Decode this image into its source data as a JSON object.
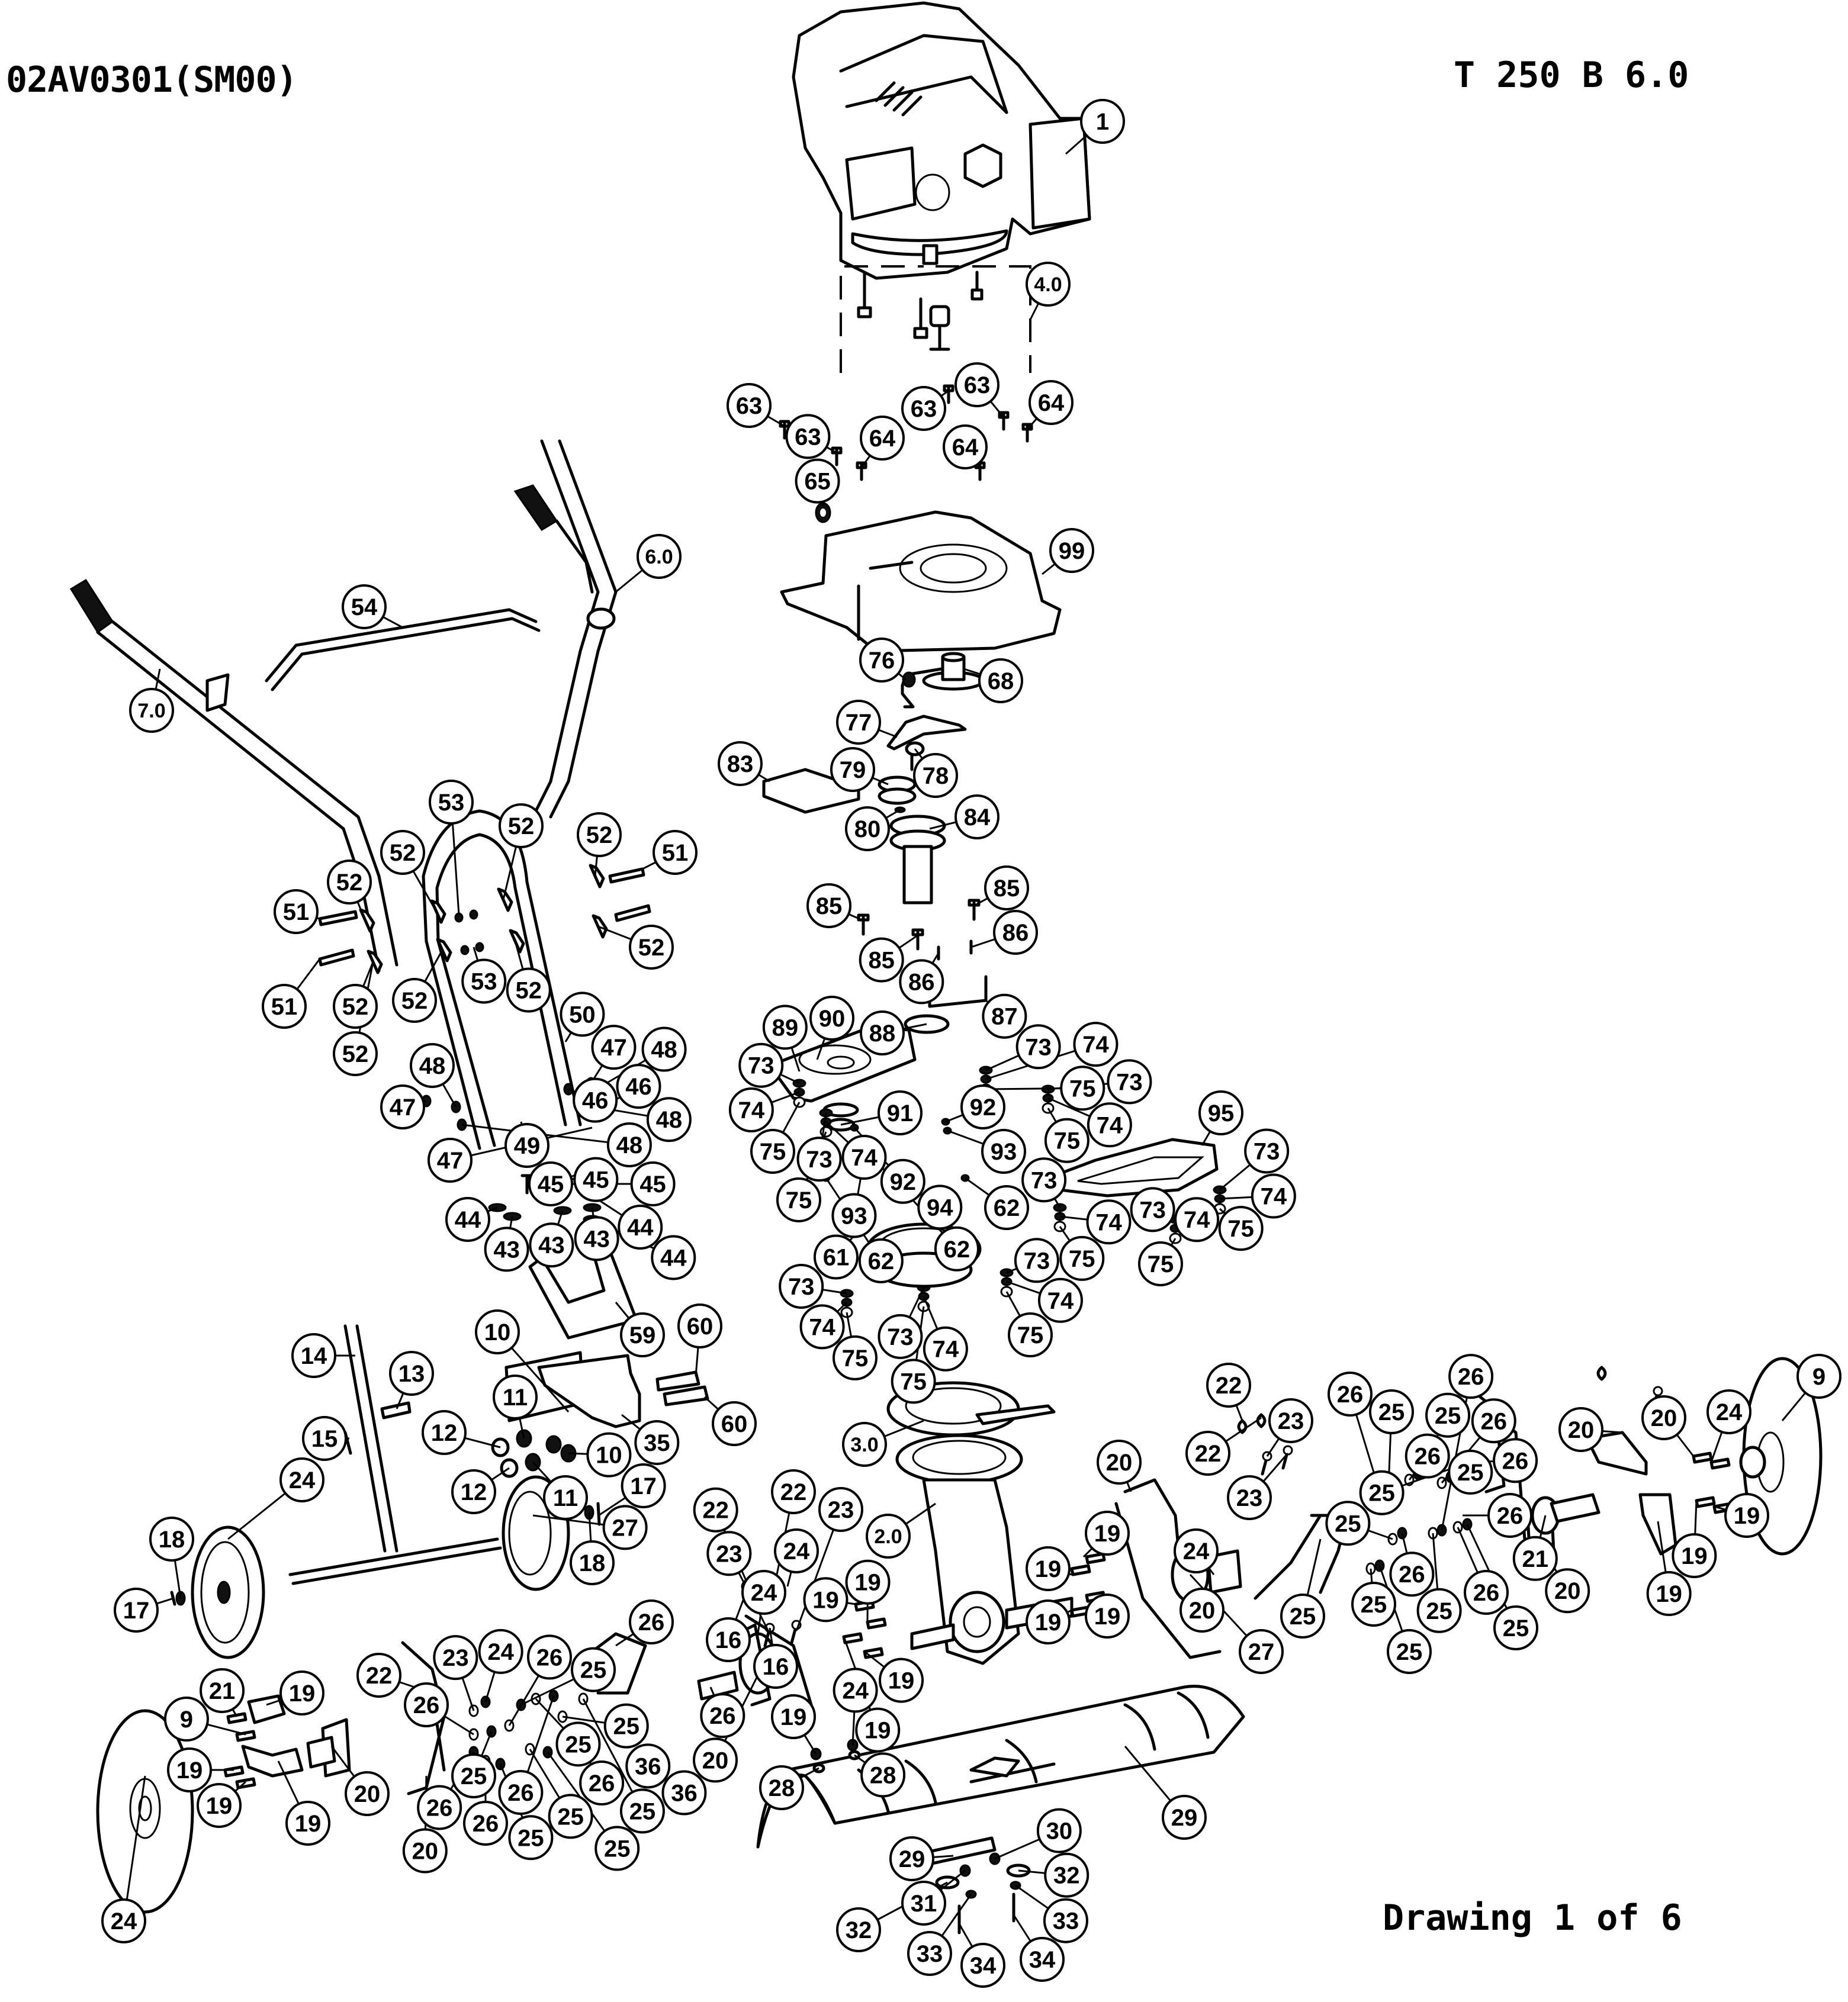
{
  "header": {
    "document_code": "02AV0301(SM00)",
    "model": "T 250 B 6.0"
  },
  "footer": {
    "drawing_number": "Drawing 1 of 6"
  },
  "diagram": {
    "type": "exploded-parts-diagram",
    "subject": "tiller",
    "line_color": "#000000",
    "background": "#ffffff",
    "part_numbers": [
      "1",
      "2.0",
      "3.0",
      "4.0",
      "6.0",
      "7.0",
      "9",
      "10",
      "11",
      "12",
      "13",
      "14",
      "15",
      "16",
      "17",
      "18",
      "19",
      "20",
      "21",
      "22",
      "23",
      "24",
      "25",
      "26",
      "27",
      "28",
      "29",
      "30",
      "31",
      "32",
      "33",
      "34",
      "35",
      "36",
      "43",
      "44",
      "45",
      "46",
      "47",
      "48",
      "49",
      "50",
      "51",
      "52",
      "53",
      "54",
      "59",
      "60",
      "61",
      "62",
      "63",
      "64",
      "65",
      "68",
      "73",
      "74",
      "75",
      "76",
      "77",
      "78",
      "79",
      "80",
      "83",
      "84",
      "85",
      "86",
      "87",
      "88",
      "89",
      "90",
      "91",
      "92",
      "93",
      "94",
      "95",
      "99"
    ],
    "callouts": [
      "1",
      "4.0",
      "63",
      "63",
      "63",
      "63",
      "64",
      "64",
      "64",
      "65",
      "99",
      "6.0",
      "54",
      "7.0",
      "76",
      "68",
      "77",
      "78",
      "83",
      "79",
      "80",
      "84",
      "85",
      "85",
      "85",
      "86",
      "86",
      "87",
      "88",
      "89",
      "90",
      "53",
      "52",
      "52",
      "52",
      "51",
      "52",
      "52",
      "51",
      "52",
      "51",
      "52",
      "52",
      "53",
      "52",
      "50",
      "73",
      "74",
      "75",
      "73",
      "74",
      "75",
      "73",
      "74",
      "75",
      "73",
      "74",
      "75",
      "91",
      "92",
      "92",
      "93",
      "93",
      "94",
      "62",
      "62",
      "62",
      "47",
      "48",
      "46",
      "48",
      "49",
      "48",
      "47",
      "47",
      "48",
      "46",
      "45",
      "45",
      "45",
      "44",
      "43",
      "44",
      "43",
      "44",
      "43",
      "95",
      "73",
      "74",
      "75",
      "73",
      "74",
      "75",
      "73",
      "74",
      "75",
      "61",
      "73",
      "74",
      "75",
      "73",
      "74",
      "75",
      "73",
      "74",
      "75",
      "59",
      "60",
      "60",
      "10",
      "10",
      "11",
      "11",
      "12",
      "12",
      "35",
      "14",
      "13",
      "15",
      "3.0",
      "2.0",
      "22",
      "22",
      "23",
      "23",
      "9",
      "19",
      "19",
      "19",
      "19",
      "24",
      "24",
      "21",
      "20",
      "20",
      "20",
      "20",
      "19",
      "19",
      "19",
      "19",
      "27",
      "22",
      "22",
      "23",
      "23",
      "26",
      "25",
      "26",
      "25",
      "26",
      "25",
      "26",
      "25",
      "25",
      "26",
      "25",
      "26",
      "26",
      "25",
      "25",
      "25",
      "26",
      "25",
      "24",
      "24",
      "27",
      "18",
      "18",
      "17",
      "17",
      "16",
      "16",
      "22",
      "23",
      "24",
      "26",
      "25",
      "26",
      "25",
      "25",
      "26",
      "25",
      "26",
      "25",
      "26",
      "26",
      "25",
      "25",
      "25",
      "26",
      "26",
      "20",
      "20",
      "24",
      "21",
      "9",
      "19",
      "19",
      "19",
      "19",
      "20",
      "20",
      "24",
      "19",
      "19",
      "19",
      "19",
      "24",
      "28",
      "28",
      "29",
      "29",
      "30",
      "31",
      "32",
      "32",
      "33",
      "33",
      "34",
      "34",
      "36",
      "36"
    ]
  }
}
